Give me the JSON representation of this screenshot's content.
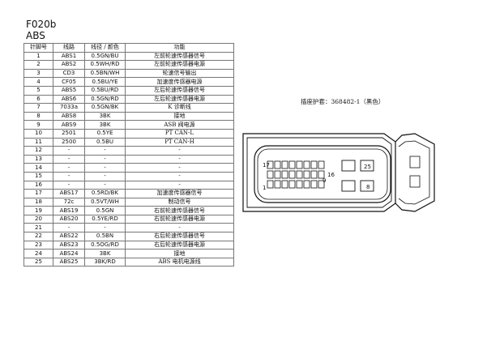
{
  "header": {
    "code": "F020b",
    "module": "ABS"
  },
  "table": {
    "columns": [
      "针脚号",
      "线路",
      "线径 / 颜色",
      "功能"
    ],
    "rows": [
      [
        "1",
        "ABS1",
        "0.5GN/BU",
        "左前轮速传感器信号"
      ],
      [
        "2",
        "ABS2",
        "0.5WH/RD",
        "左前轮速传感器电源"
      ],
      [
        "3",
        "CD3",
        "0.5BN/WH",
        "轮速信号输出"
      ],
      [
        "4",
        "CF05",
        "0.5BU/YE",
        "加速度传感器电源"
      ],
      [
        "5",
        "ABS5",
        "0.5BU/RD",
        "左后轮速传感器信号"
      ],
      [
        "6",
        "ABS6",
        "0.5GN/RD",
        "左后轮速传感器电源"
      ],
      [
        "7",
        "7033a",
        "0.5GN/BK",
        "K 诊断线"
      ],
      [
        "8",
        "ABS8",
        "3BK",
        "接地"
      ],
      [
        "9",
        "ABS9",
        "3BK",
        "ASB 阀电源"
      ],
      [
        "10",
        "2501",
        "0.5YE",
        "PT CAN-L"
      ],
      [
        "11",
        "2500",
        "0.5BU",
        "PT CAN-H"
      ],
      [
        "12",
        "-",
        "-",
        "-"
      ],
      [
        "13",
        "-",
        "-",
        "-"
      ],
      [
        "14",
        "-",
        "-",
        "-"
      ],
      [
        "15",
        "-",
        "-",
        "-"
      ],
      [
        "16",
        "-",
        "-",
        "-"
      ],
      [
        "17",
        "ABS17",
        "0.5RD/BK",
        "加速度传感器信号"
      ],
      [
        "18",
        "72c",
        "0.5VT/WH",
        "制动信号"
      ],
      [
        "19",
        "ABS19",
        "0.5GN",
        "右前轮速传感器信号"
      ],
      [
        "20",
        "ABS20",
        "0.5YE/RD",
        "右前轮速传感器电源"
      ],
      [
        "21",
        "-",
        "-",
        "-"
      ],
      [
        "22",
        "ABS22",
        "0.5BN",
        "右后轮速传感器信号"
      ],
      [
        "23",
        "ABS23",
        "0.5OG/RD",
        "右后轮速传感器电源"
      ],
      [
        "24",
        "ABS24",
        "3BK",
        "接地"
      ],
      [
        "25",
        "ABS25",
        "3BK/RD",
        "ABS 电机电源线"
      ]
    ]
  },
  "connector": {
    "note": "插座护套：368482-1（黑色）",
    "pin_labels": {
      "p17": "17",
      "p9": "9",
      "p16": "16",
      "p1": "1",
      "p25": "25",
      "p8": "8"
    }
  }
}
